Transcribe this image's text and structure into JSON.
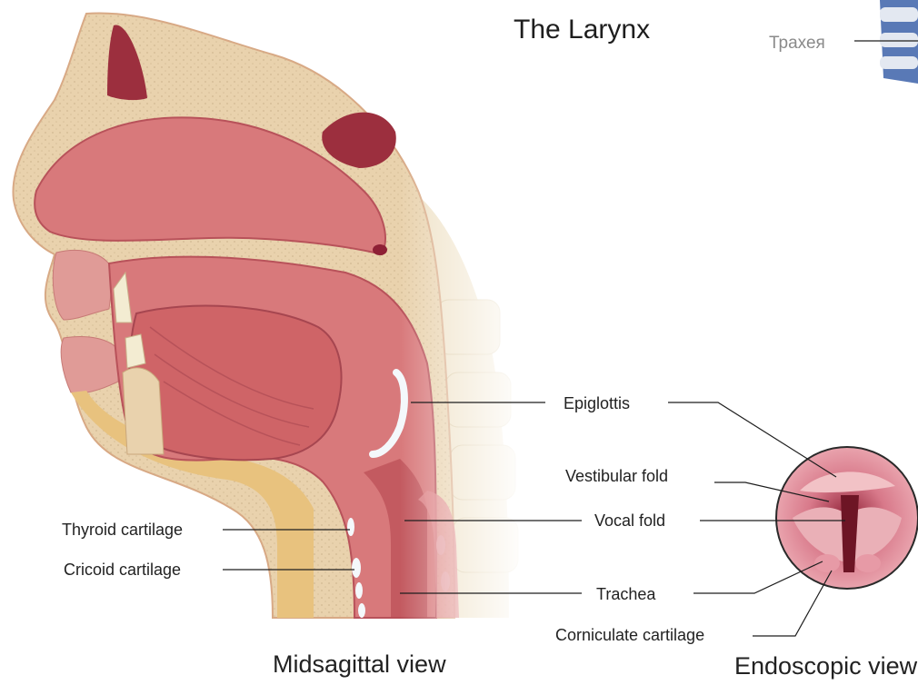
{
  "title": "The Larynx",
  "corner_label": "Трахея",
  "labels": {
    "epiglottis": "Epiglottis",
    "vestibular_fold": "Vestibular fold",
    "vocal_fold": "Vocal fold",
    "trachea": "Trachea",
    "corniculate_cartilage": "Corniculate cartilage",
    "thyroid_cartilage": "Thyroid cartilage",
    "cricoid_cartilage": "Cricoid cartilage"
  },
  "views": {
    "midsagittal": "Midsagittal view",
    "endoscopic": "Endoscopic view"
  },
  "colors": {
    "tissue": "#d8797b",
    "tissue_dark": "#b94a52",
    "bone": "#e9d2ad",
    "fat": "#e8c27e",
    "cartilage": "#f4f8fb",
    "skin": "#e9a9a3"
  }
}
